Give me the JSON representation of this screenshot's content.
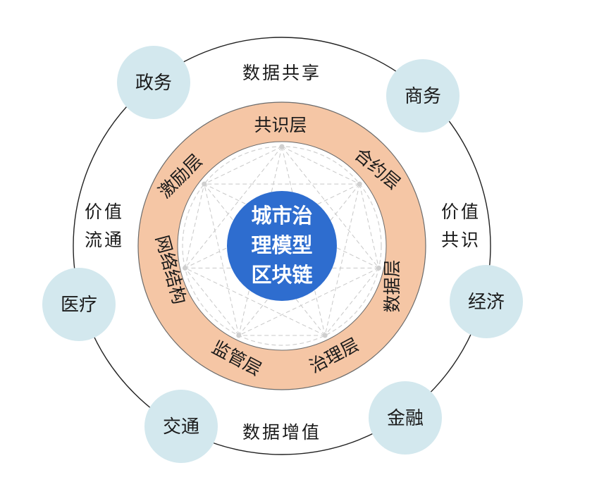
{
  "colors": {
    "outer_ring_stroke": "#222222",
    "node_fill": "#d3e8ee",
    "layer_ring_fill": "#f5c6a5",
    "layer_ring_stroke": "#6b6b6b",
    "inner_fill": "#ffffff",
    "mesh_line": "#c8c8c8",
    "core_fill": "#2e6dcf",
    "core_text": "#ffffff"
  },
  "core": {
    "lines": [
      "城市治",
      "理模型",
      "区块链"
    ]
  },
  "outer_nodes": [
    {
      "key": "gov",
      "label": "政务"
    },
    {
      "key": "business",
      "label": "商务"
    },
    {
      "key": "economy",
      "label": "经济"
    },
    {
      "key": "finance",
      "label": "金融"
    },
    {
      "key": "transport",
      "label": "交通"
    },
    {
      "key": "medical",
      "label": "医疗"
    }
  ],
  "outer_labels": {
    "top": "数据共享",
    "bottom": "数据增值",
    "left": [
      "价值",
      "流通"
    ],
    "right": [
      "价值",
      "共识"
    ]
  },
  "layers": [
    {
      "key": "consensus",
      "label": "共识层"
    },
    {
      "key": "contract",
      "label": "合约层"
    },
    {
      "key": "data",
      "label": "数据层"
    },
    {
      "key": "governance",
      "label": "治理层"
    },
    {
      "key": "supervision",
      "label": "监管层"
    },
    {
      "key": "network",
      "label": "网络结构"
    },
    {
      "key": "incentive",
      "label": "激励层"
    }
  ]
}
